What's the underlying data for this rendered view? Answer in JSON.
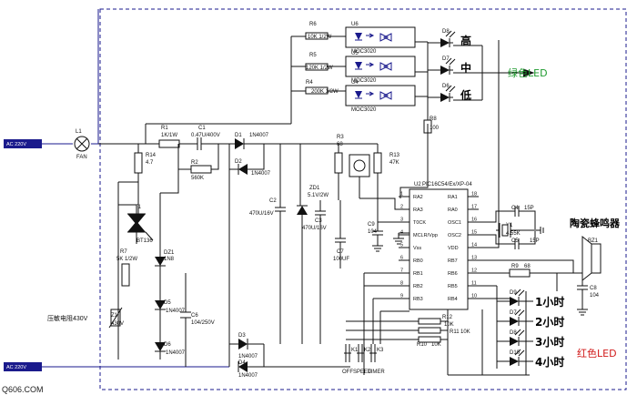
{
  "ac_in_top": "AC 220V",
  "ac_in_bottom": "AC 220V",
  "lamp": {
    "ref": "L1",
    "name": "FAN"
  },
  "r14": {
    "ref": "R14",
    "val": "4.7"
  },
  "t1": {
    "ref": "T1",
    "part": "BT136"
  },
  "dz1": {
    "ref": "DZ1",
    "part": "1N8"
  },
  "d5": {
    "ref": "D5",
    "part": "1N4007"
  },
  "d6": {
    "ref": "D6",
    "part": "1N4007"
  },
  "r7": {
    "ref": "R7",
    "val": "5K 1/2W"
  },
  "c6": {
    "ref": "C6",
    "val": "104/250V"
  },
  "z1": {
    "ref": "Z1",
    "val": "430V"
  },
  "varistor_label": "压敏电阻430V",
  "r1": {
    "ref": "R1",
    "val": "1K/1W"
  },
  "c1": {
    "ref": "C1",
    "val": "0.47U/400V"
  },
  "r2": {
    "ref": "R2",
    "val": "560K"
  },
  "d1": {
    "ref": "D1",
    "part": "1N4007"
  },
  "d2": {
    "ref": "D2",
    "part": "1N4007"
  },
  "d3": {
    "ref": "D3",
    "part": "1N4007"
  },
  "d4": {
    "ref": "D4",
    "part": "1N4007"
  },
  "c2": {
    "ref": "C2",
    "val": "470U/16V"
  },
  "zd1": {
    "ref": "ZD1",
    "val": "5.1V/2W"
  },
  "c3": {
    "ref": "C3",
    "val": "470U/16V"
  },
  "c7": {
    "ref": "C7",
    "val": "100UF"
  },
  "r3": {
    "ref": "R3",
    "val": "68"
  },
  "r13": {
    "ref": "R13",
    "val": "47K"
  },
  "r8": {
    "ref": "R8",
    "val": "100"
  },
  "r4": {
    "ref": "R4",
    "val": "200K 1/2W"
  },
  "r5": {
    "ref": "R5",
    "val": "120K 1/2W"
  },
  "r6": {
    "ref": "R6",
    "val": "10K 1/2W"
  },
  "opto": [
    {
      "ref": "U6",
      "part": "MOC3020"
    },
    {
      "ref": "U5",
      "part": "MOC3020"
    },
    {
      "ref": "U4",
      "part": "MOC3020"
    }
  ],
  "speed_leds": [
    {
      "ref": "D8",
      "label": "高"
    },
    {
      "ref": "D7",
      "label": "中"
    },
    {
      "ref": "D6",
      "label": "低"
    }
  ],
  "green_led": "绿色LED",
  "mcu": {
    "ref": "U2",
    "part": "PIC16C54/Ex/XP-04",
    "left_pins": [
      {
        "num": "1",
        "name": "RA2"
      },
      {
        "num": "2",
        "name": "RA3"
      },
      {
        "num": "3",
        "name": "T0CK"
      },
      {
        "num": "4",
        "name": "MCLR/Vpp"
      },
      {
        "num": "5",
        "name": "Vss"
      },
      {
        "num": "6",
        "name": "RB0"
      },
      {
        "num": "7",
        "name": "RB1"
      },
      {
        "num": "8",
        "name": "RB2"
      },
      {
        "num": "9",
        "name": "RB3"
      }
    ],
    "right_pins": [
      {
        "num": "18",
        "name": "RA1"
      },
      {
        "num": "17",
        "name": "RA0"
      },
      {
        "num": "16",
        "name": "OSC1"
      },
      {
        "num": "15",
        "name": "OSC2"
      },
      {
        "num": "14",
        "name": "VDD"
      },
      {
        "num": "13",
        "name": "RB7"
      },
      {
        "num": "12",
        "name": "RB6"
      },
      {
        "num": "11",
        "name": "RB5"
      },
      {
        "num": "10",
        "name": "RB4"
      }
    ]
  },
  "c4": {
    "ref": "C4",
    "val": "15P"
  },
  "c5": {
    "ref": "C5",
    "val": "15P"
  },
  "y1": {
    "ref": "Y1",
    "val": "4.55K"
  },
  "c9": {
    "ref": "C9",
    "val": "104"
  },
  "c8": {
    "ref": "C8",
    "val": "104"
  },
  "r9": {
    "ref": "R9",
    "val": "68"
  },
  "r12": {
    "ref": "R12",
    "val": "10K"
  },
  "r11": {
    "ref": "R11",
    "val": "10K"
  },
  "r10": {
    "ref": "R10",
    "val": "10K"
  },
  "bz1": {
    "ref": "BZ1"
  },
  "buzzer_label": "陶瓷蜂鸣器",
  "timer_leds": [
    {
      "ref": "D9",
      "label": "1小时"
    },
    {
      "ref": "D7",
      "label": "2小时"
    },
    {
      "ref": "D8",
      "label": "3小时"
    },
    {
      "ref": "D10",
      "label": "4小时"
    }
  ],
  "red_led": "红色LED",
  "keys": [
    {
      "ref": "K1",
      "label": "OFF"
    },
    {
      "ref": "K2",
      "label": "SPEED"
    },
    {
      "ref": "K3",
      "label": "TIMER"
    }
  ],
  "watermark": "Q606.COM"
}
